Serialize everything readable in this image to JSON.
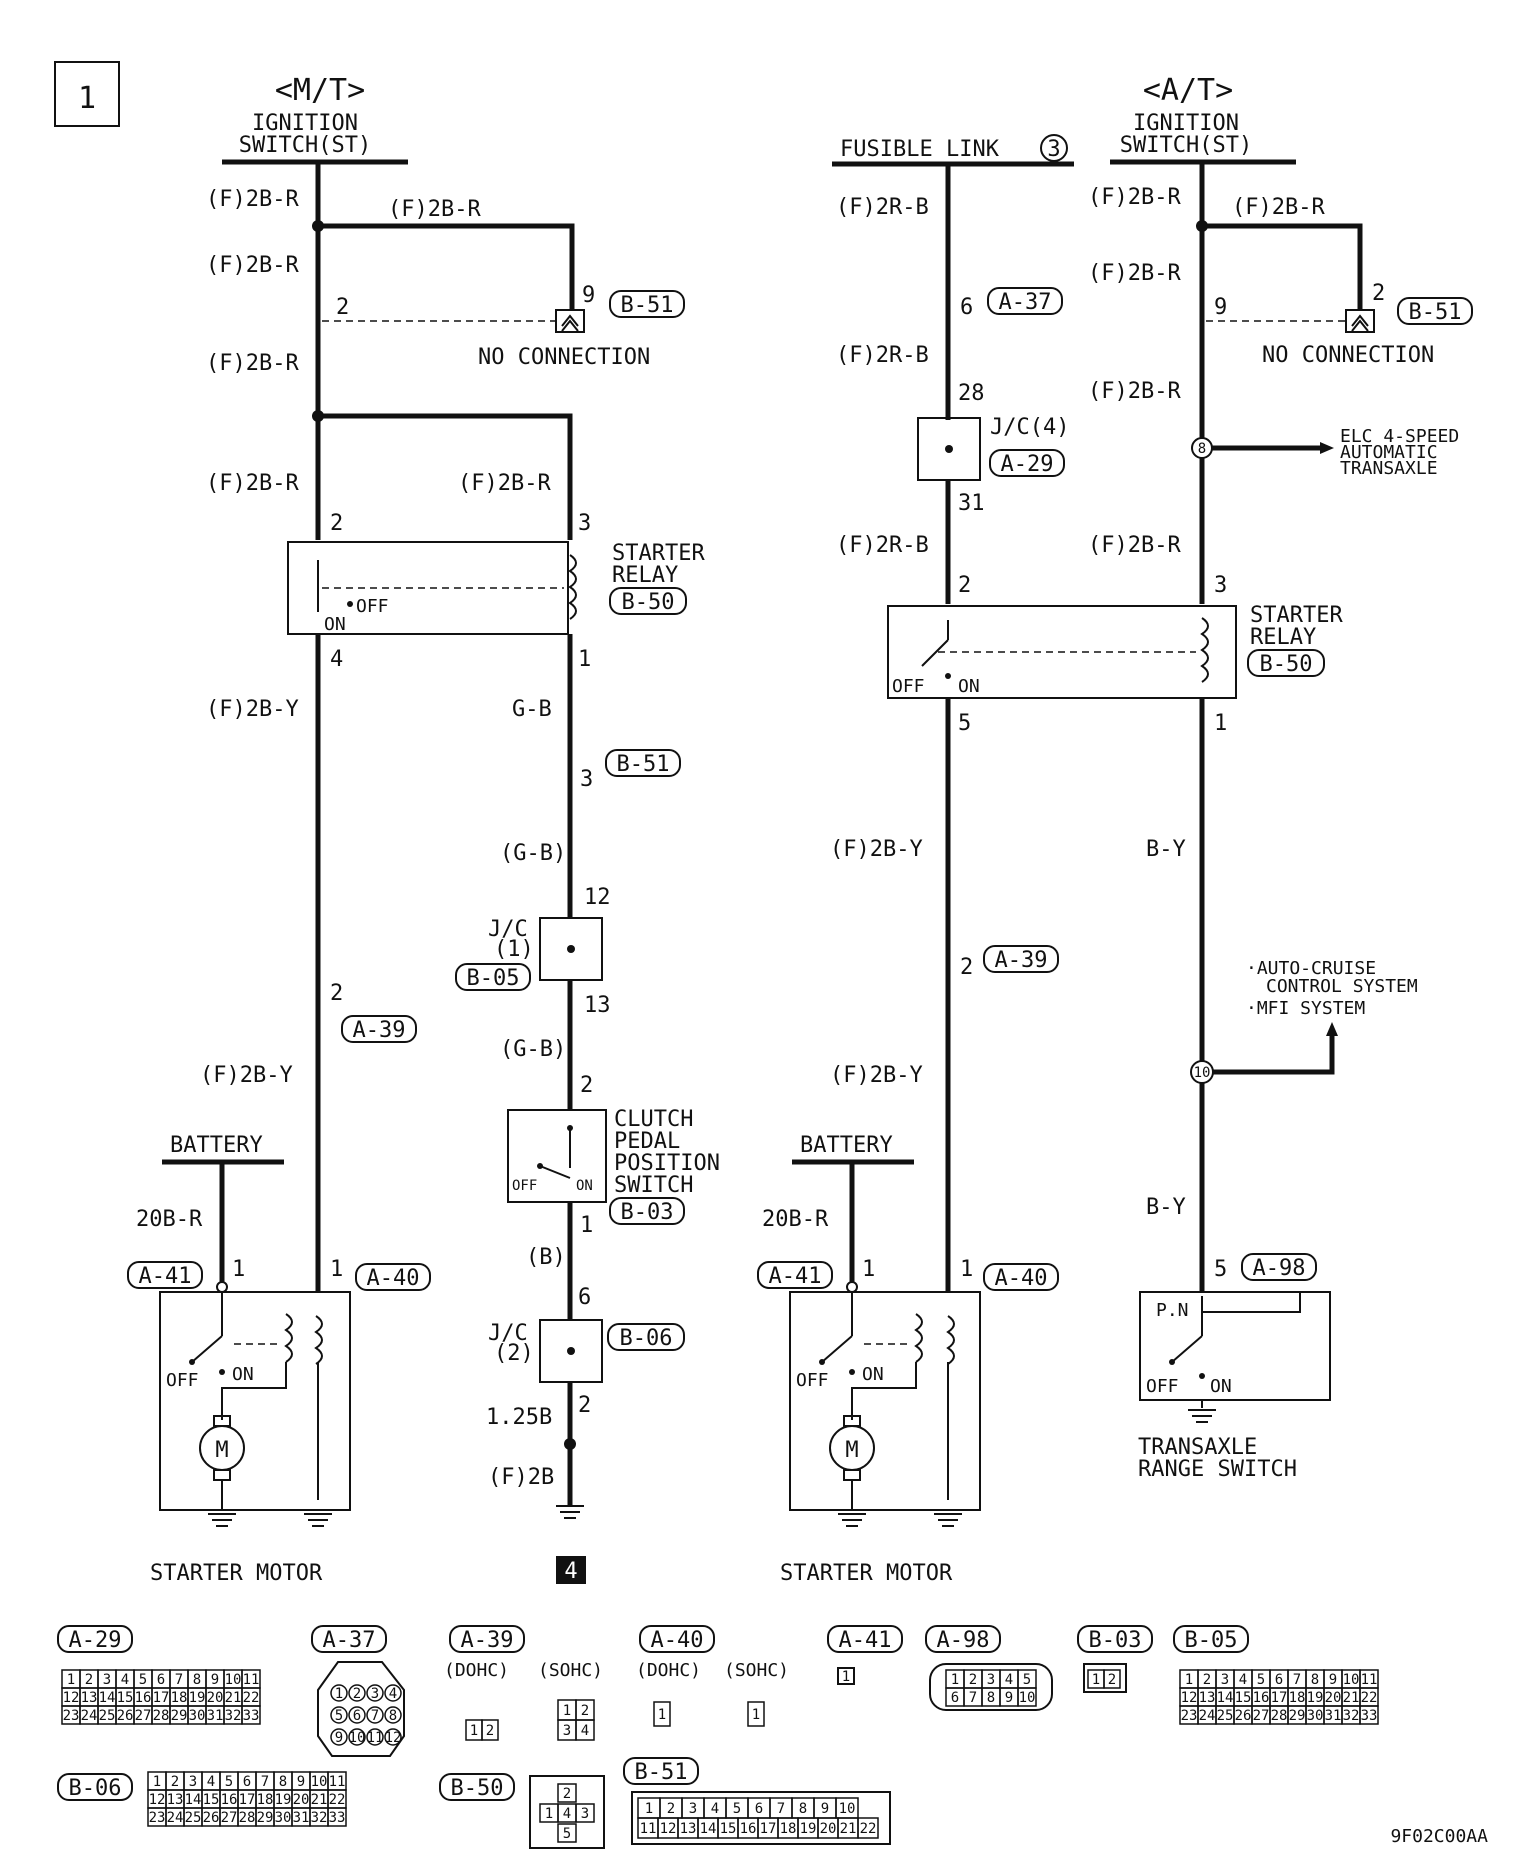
{
  "page_tag": "1",
  "corner_code": "9F02C00AA",
  "mt": {
    "title": "<M/T>",
    "ign_line1": "IGNITION",
    "ign_line2": "SWITCH(ST)",
    "wire_2br": "(F)2B-R",
    "wire_2by": "(F)2B-Y",
    "wire_gb": "G-B",
    "wire_gb_paren": "(G-B)",
    "wire_b_paren": "(B)",
    "wire_125b": "1.25B",
    "wire_f2b": "(F)2B",
    "wire_20br": "20B-R",
    "no_connection": "NO CONNECTION",
    "starter_relay_1": "STARTER",
    "starter_relay_2": "RELAY",
    "jc1_1": "J/C",
    "jc1_2": "(1)",
    "jc2_1": "J/C",
    "jc2_2": "(2)",
    "clutch_1": "CLUTCH",
    "clutch_2": "PEDAL",
    "clutch_3": "POSITION",
    "clutch_4": "SWITCH",
    "battery": "BATTERY",
    "starter_motor": "STARTER MOTOR",
    "off": "OFF",
    "on": "ON",
    "motor": "M",
    "ground_ref": "4"
  },
  "at": {
    "title": "<A/T>",
    "ign_line1": "IGNITION",
    "ign_line2": "SWITCH(ST)",
    "fusible": "FUSIBLE LINK",
    "fusible_no": "3",
    "wire_2rb": "(F)2R-B",
    "wire_2br": "(F)2B-R",
    "wire_2by": "(F)2B-Y",
    "wire_by": "B-Y",
    "wire_20br": "20B-R",
    "jc4_1": "J/C(4)",
    "no_connection": "NO CONNECTION",
    "elc_1": "ELC 4-SPEED",
    "elc_2": "AUTOMATIC",
    "elc_3": "TRANSAXLE",
    "elc_splice": "8",
    "cruise_1": "·AUTO-CRUISE",
    "cruise_2": "CONTROL SYSTEM",
    "cruise_3": "·MFI SYSTEM",
    "cruise_splice": "10",
    "starter_relay_1": "STARTER",
    "starter_relay_2": "RELAY",
    "battery": "BATTERY",
    "starter_motor": "STARTER MOTOR",
    "trs_1": "TRANSAXLE",
    "trs_2": "RANGE SWITCH",
    "pn": "P.N",
    "off": "OFF",
    "on": "ON",
    "motor": "M"
  },
  "pins": {
    "p1": "1",
    "p2": "2",
    "p3": "3",
    "p4": "4",
    "p5": "5",
    "p6": "6",
    "p9": "9",
    "p12": "12",
    "p13": "13",
    "p28": "28",
    "p31": "31"
  },
  "connectors": {
    "a29": "A-29",
    "a37": "A-37",
    "a39": "A-39",
    "a40": "A-40",
    "a41": "A-41",
    "a98": "A-98",
    "b03": "B-03",
    "b05": "B-05",
    "b06": "B-06",
    "b50": "B-50",
    "b51": "B-51"
  },
  "legend": {
    "dohc": "(DOHC)",
    "sohc": "(SOHC)",
    "grid33_rows": [
      [
        "1",
        "2",
        "3",
        "4",
        "5",
        "6",
        "7",
        "8",
        "9",
        "10",
        "11"
      ],
      [
        "12",
        "13",
        "14",
        "15",
        "16",
        "17",
        "18",
        "19",
        "20",
        "21",
        "22"
      ],
      [
        "23",
        "24",
        "25",
        "26",
        "27",
        "28",
        "29",
        "30",
        "31",
        "32",
        "33"
      ]
    ],
    "a37_rows": [
      [
        "1",
        "2",
        "3",
        "4"
      ],
      [
        "5",
        "6",
        "7",
        "8"
      ],
      [
        "9",
        "10",
        "11",
        "12"
      ]
    ],
    "a39_dohc": [
      "1",
      "2"
    ],
    "a39_sohc": [
      [
        "1",
        "2"
      ],
      [
        "3",
        "4"
      ]
    ],
    "a40_pin": "1",
    "a41_pin": "1",
    "a98_rows": [
      [
        "1",
        "2",
        "3",
        "4",
        "5"
      ],
      [
        "6",
        "7",
        "8",
        "9",
        "10"
      ]
    ],
    "b03_pins": [
      "1",
      "2"
    ],
    "b50_pins": [
      "1",
      "2",
      "3",
      "4",
      "5"
    ],
    "b51_rows": [
      [
        "1",
        "2",
        "3",
        "4",
        "5",
        "6",
        "7",
        "8",
        "9",
        "10"
      ],
      [
        "11",
        "12",
        "13",
        "14",
        "15",
        "16",
        "17",
        "18",
        "19",
        "20",
        "21",
        "22"
      ]
    ]
  }
}
